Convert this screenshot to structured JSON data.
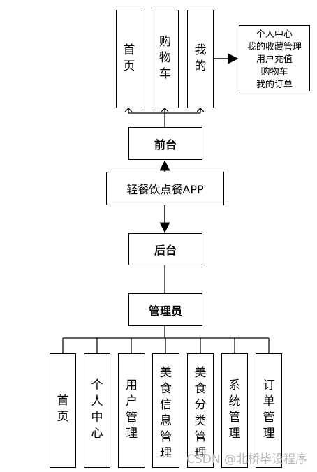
{
  "front_pages": [
    {
      "label": "首页"
    },
    {
      "label": "购物车"
    },
    {
      "label": "我的"
    }
  ],
  "my_page_items": [
    "个人中心",
    "我的收藏管理",
    "用户充值",
    "购物车",
    "我的订单"
  ],
  "front_label": "前台",
  "app_label": "轻餐饮点餐APP",
  "back_label": "后台",
  "admin_label": "管理员",
  "admin_modules": [
    {
      "label": "首页"
    },
    {
      "label": "个人中心"
    },
    {
      "label": "用户管理"
    },
    {
      "label": "美食信息管理"
    },
    {
      "label": "美食分类管理"
    },
    {
      "label": "系统管理"
    },
    {
      "label": "订单管理"
    }
  ],
  "watermark": "CSDN @北桥毕设程序"
}
